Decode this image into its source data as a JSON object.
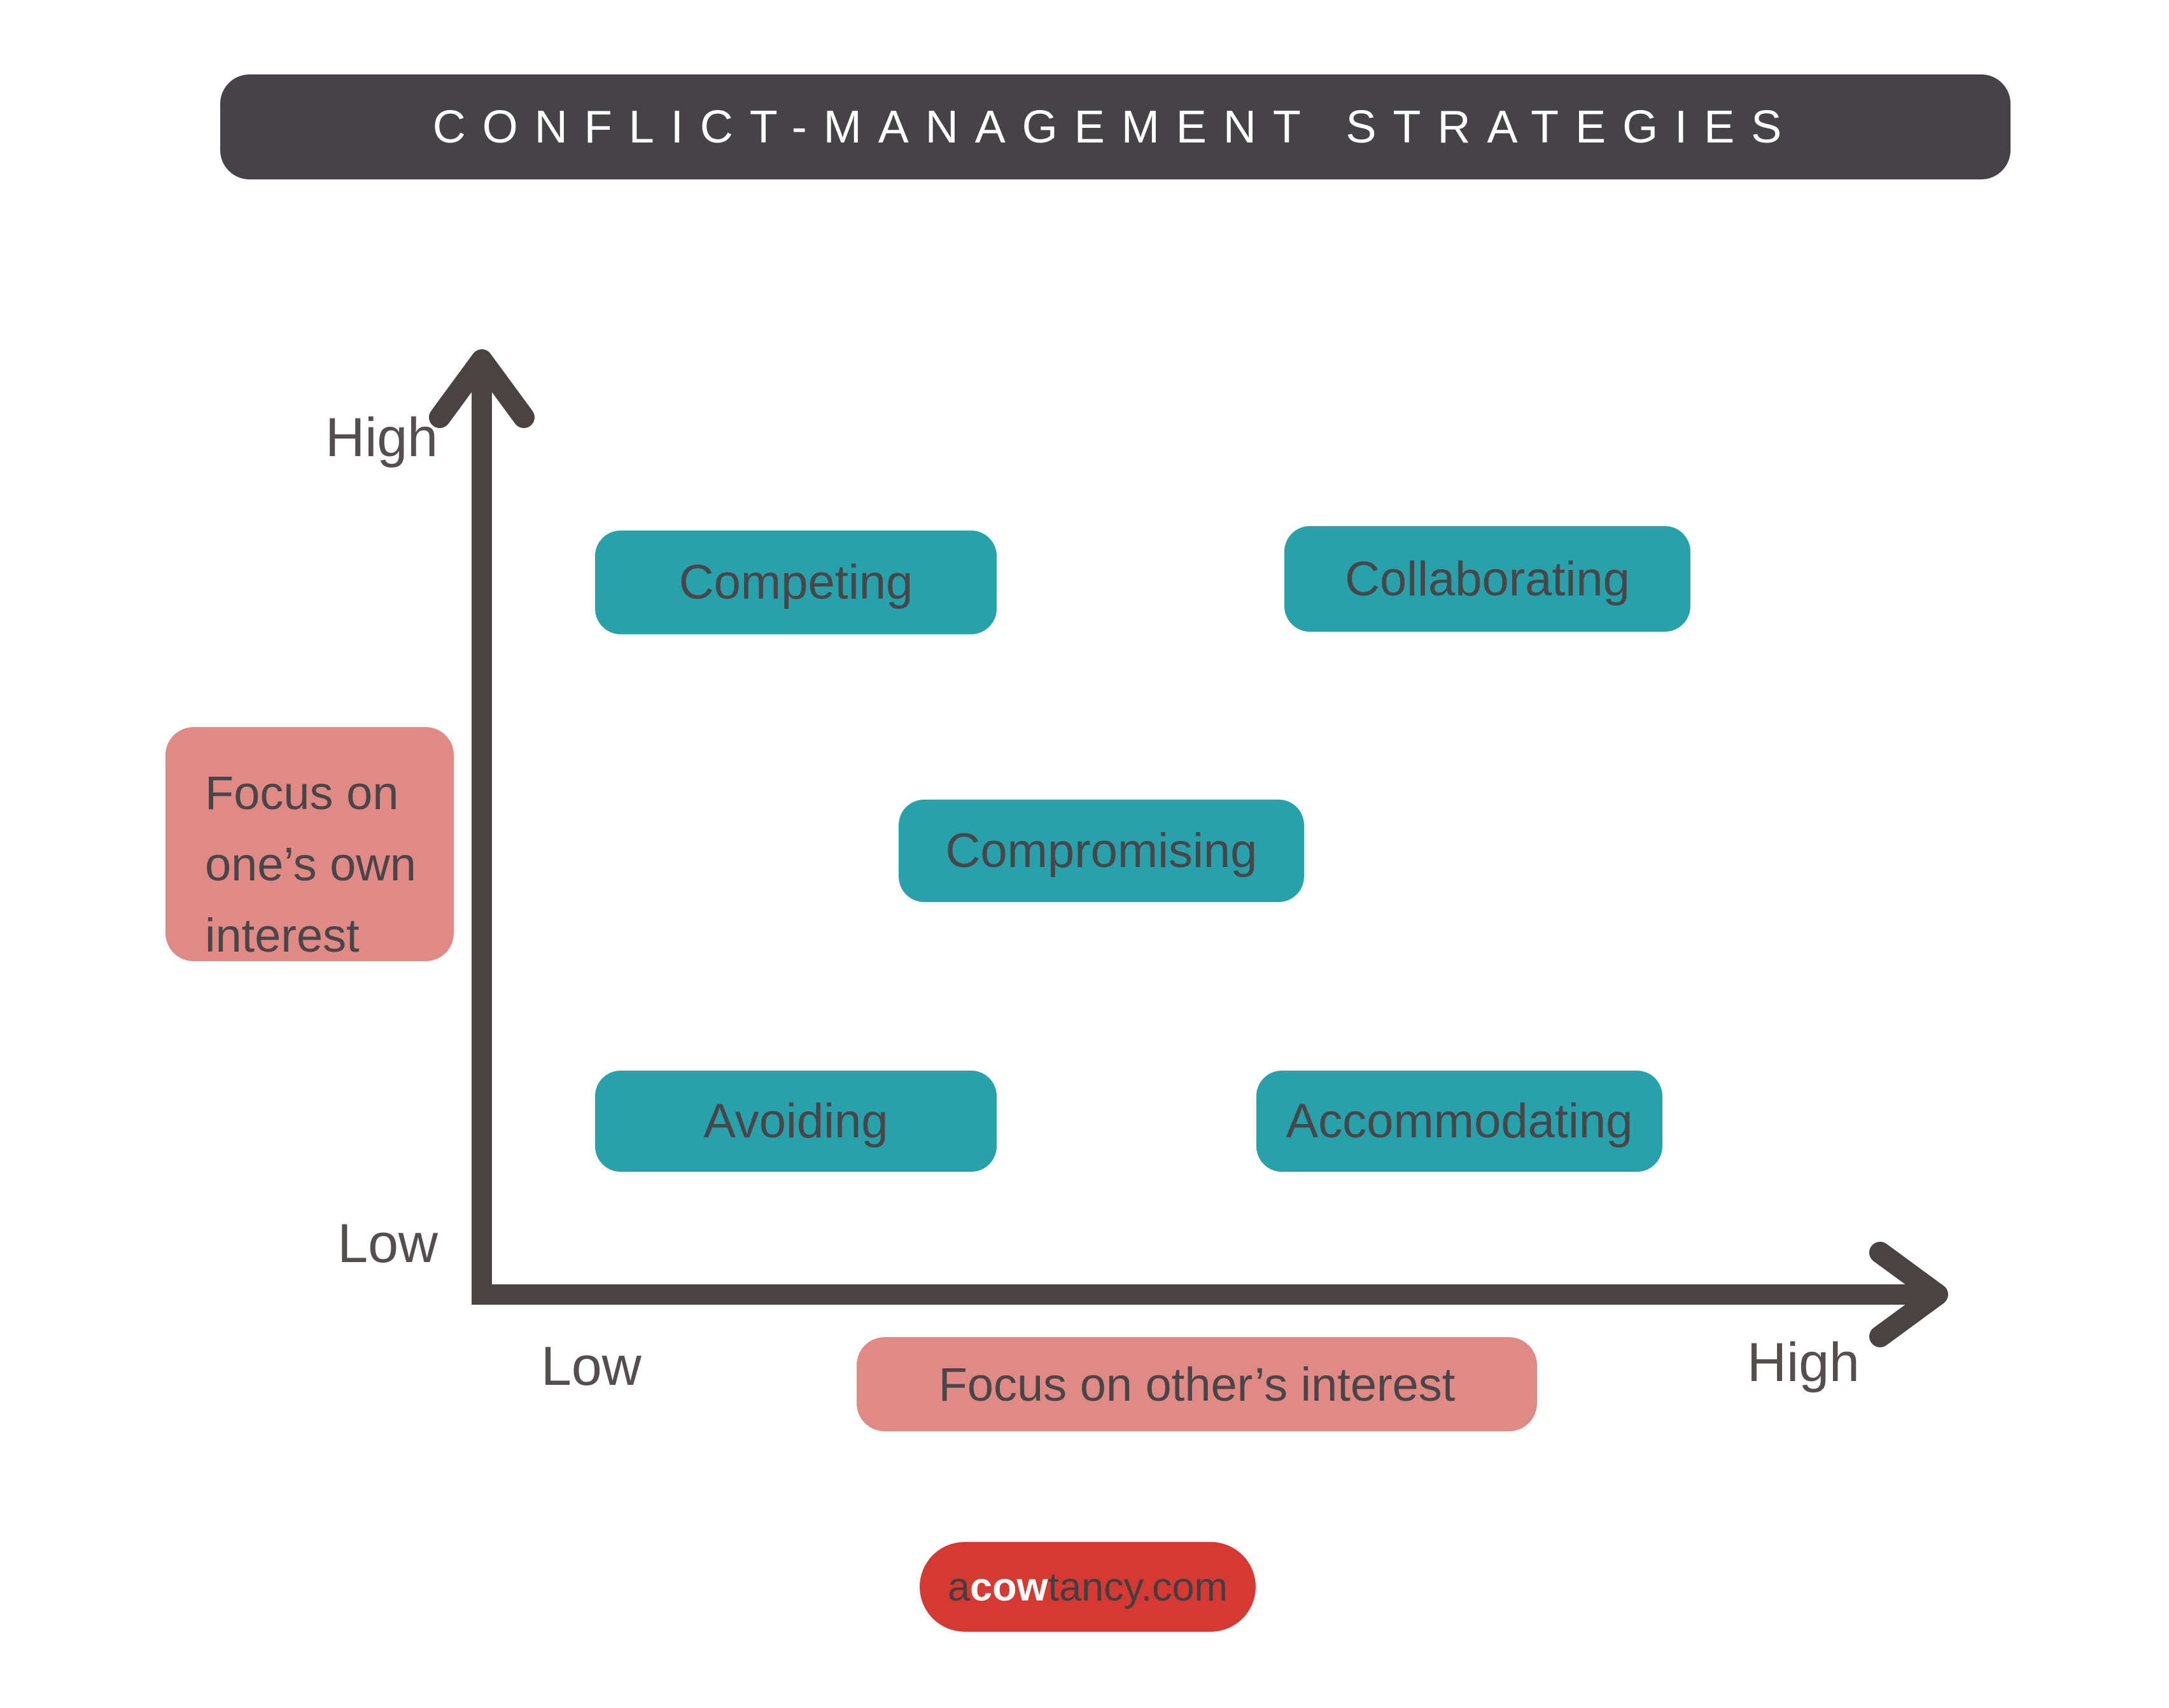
{
  "title": "CONFLICT-MANAGEMENT STRATEGIES",
  "colors": {
    "background": "#ffffff",
    "title_bar": "#464348",
    "title_text": "#ffffff",
    "teal": "#27a1aa",
    "pink": "#df8a84",
    "red": "#d53931",
    "axis": "#494443",
    "dark_text": "#4a4549",
    "tick_text": "#544f4e",
    "brand_dark_text": "#433f41",
    "brand_white_text": "#ffffff"
  },
  "axes": {
    "y_top_tick": "High",
    "y_bottom_tick": "Low",
    "x_left_tick": "Low",
    "x_right_tick": "High",
    "y_axis_title": "Focus on one’s own interest",
    "y_axis_title_lines": [
      "Focus on",
      "one’s own",
      "interest"
    ],
    "x_axis_title": "Focus on other’s interest"
  },
  "strategies": [
    {
      "label": "Competing",
      "own_interest": "high",
      "other_interest": "low"
    },
    {
      "label": "Collaborating",
      "own_interest": "high",
      "other_interest": "high"
    },
    {
      "label": "Compromising",
      "own_interest": "medium",
      "other_interest": "medium"
    },
    {
      "label": "Avoiding",
      "own_interest": "low",
      "other_interest": "low"
    },
    {
      "label": "Accommodating",
      "own_interest": "low",
      "other_interest": "high"
    }
  ],
  "footer": {
    "brand_prefix": "a",
    "brand_bold": "cow",
    "brand_suffix": "tancy.com"
  }
}
